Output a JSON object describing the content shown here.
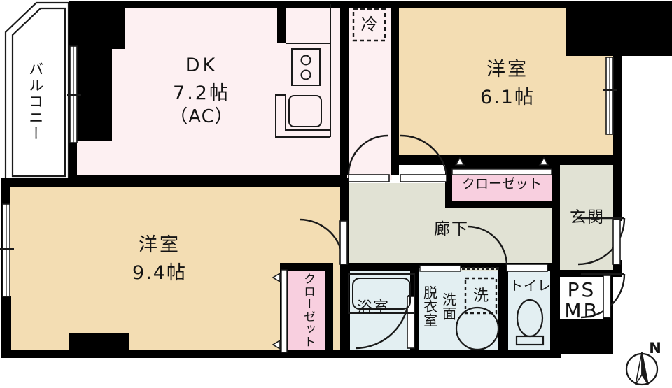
{
  "plan": {
    "type": "japanese-floor-plan",
    "title": "間取り図",
    "colors": {
      "wall": "#000000",
      "dk_floor": "#fdf0f2",
      "room_floor": "#f3ddb3",
      "corridor_floor": "#e1e2d4",
      "closet_floor": "#f8cfdf",
      "water_floor": "#e3eff2",
      "balcony_floor": "#ffffff",
      "ps_floor": "#ffffff",
      "outline": "#1a1a1a"
    },
    "rooms": [
      {
        "id": "balcony",
        "name": "バルコニー",
        "area": "",
        "kind": "balcony"
      },
      {
        "id": "dk",
        "name": "DK",
        "area": "7.2帖",
        "note": "(AC)",
        "kind": "dk"
      },
      {
        "id": "washitsu_61",
        "name": "洋室",
        "area": "6.1帖",
        "kind": "room"
      },
      {
        "id": "washitsu_94",
        "name": "洋室",
        "area": "9.4帖",
        "kind": "room"
      },
      {
        "id": "corridor",
        "name": "廊下",
        "area": "",
        "kind": "corridor"
      },
      {
        "id": "genkan",
        "name": "玄関",
        "area": "",
        "kind": "corridor"
      },
      {
        "id": "closet_top",
        "name": "クローゼット",
        "area": "",
        "kind": "closet"
      },
      {
        "id": "closet_left",
        "name": "クローゼット",
        "area": "",
        "kind": "closet"
      },
      {
        "id": "yokushitsu",
        "name": "浴室",
        "area": "",
        "kind": "water"
      },
      {
        "id": "datsuishitsu",
        "name": "脱衣室",
        "area": "",
        "kind": "water"
      },
      {
        "id": "senmen",
        "name": "洗面",
        "area": "",
        "kind": "water"
      },
      {
        "id": "toilet",
        "name": "トイレ",
        "area": "",
        "kind": "water"
      },
      {
        "id": "psmb",
        "name": "PS\nMB",
        "area": "",
        "kind": "ps"
      }
    ],
    "labels": {
      "balcony": "バルコニー",
      "dk_name": "DK",
      "dk_area": "7.2帖",
      "dk_ac": "（AC）",
      "room61_name": "洋室",
      "room61_area": "6.1帖",
      "room94_name": "洋室",
      "room94_area": "9.4帖",
      "corridor": "廊下",
      "genkan": "玄関",
      "closet_top": "クローゼット",
      "closet_left": "クローゼット",
      "bath": "浴室",
      "datsui": "脱衣室",
      "senmen": "洗面",
      "washer": "洗",
      "fridge": "冷",
      "toilet": "トイレ",
      "ps_line1": "PS",
      "ps_line2": "MB",
      "north": "N"
    },
    "fixtures": [
      {
        "name": "refrigerator-space",
        "label": "冷",
        "style": "dashed-box"
      },
      {
        "name": "washer-space",
        "label": "洗",
        "style": "dashed-box"
      },
      {
        "name": "kitchen-stove",
        "label": "",
        "style": "two-burner"
      },
      {
        "name": "kitchen-sink",
        "label": "",
        "style": "rounded-basin"
      },
      {
        "name": "bathtub",
        "label": "",
        "style": "rounded-tub"
      },
      {
        "name": "wash-basin",
        "label": "",
        "style": "circle"
      },
      {
        "name": "toilet-bowl",
        "label": "",
        "style": "oval-tank"
      }
    ],
    "compass": {
      "label": "N",
      "type": "north-arrow"
    }
  }
}
